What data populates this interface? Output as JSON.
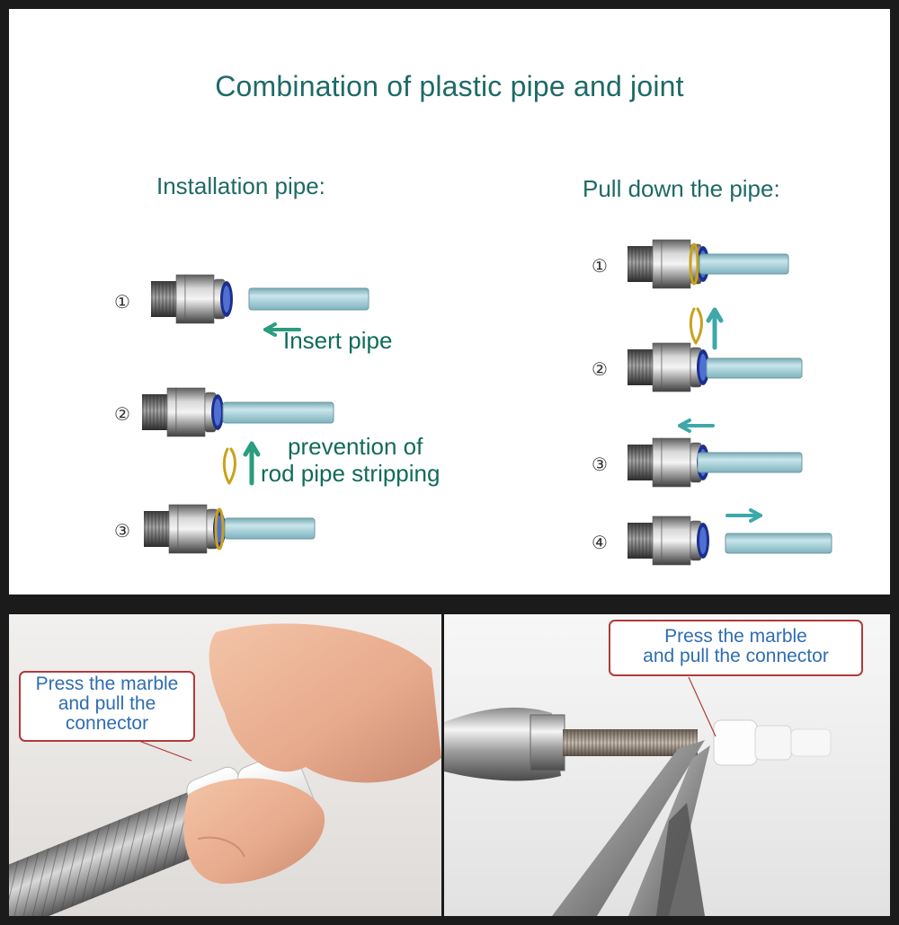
{
  "diagram": {
    "title": "Combination of plastic pipe and joint",
    "installation": {
      "heading": "Installation pipe:",
      "steps": [
        "①",
        "②",
        "③"
      ],
      "insert_label": "Insert pipe",
      "prevention_line1": "prevention of",
      "prevention_line2": "rod pipe stripping"
    },
    "removal": {
      "heading": "Pull down the pipe:",
      "steps": [
        "①",
        "②",
        "③",
        "④"
      ]
    }
  },
  "photos": {
    "left_callout": [
      "Press the marble",
      "and pull the",
      "connector"
    ],
    "right_callout": [
      "Press the marble",
      "and pull the connector"
    ]
  },
  "colors": {
    "title_teal": "#1e6a66",
    "arrow_green": "#2a9d7e",
    "arrow_teal": "#3ea8a8",
    "pipe_blue": "#a9d3dc",
    "callout_border": "#b23a3a",
    "callout_text": "#2f6db0"
  }
}
